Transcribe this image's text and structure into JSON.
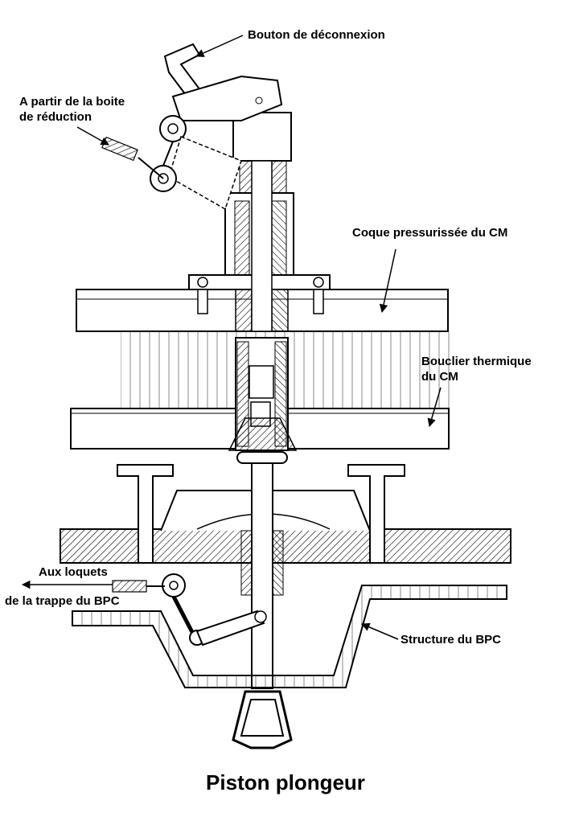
{
  "title": "Piston plongeur",
  "labels": {
    "disconnect_button": "Bouton de déconnexion",
    "from_gearbox_line1": "A partir de la boite",
    "from_gearbox_line2": "de réduction",
    "cm_pressure_hull": "Coque pressurissée du CM",
    "cm_heat_shield_line1": "Bouclier thermique",
    "cm_heat_shield_line2": "du CM",
    "to_latches_line1": "Aux loquets",
    "to_latches_line2": "de la trappe du BPC",
    "bpc_structure": "Structure du BPC"
  }
}
